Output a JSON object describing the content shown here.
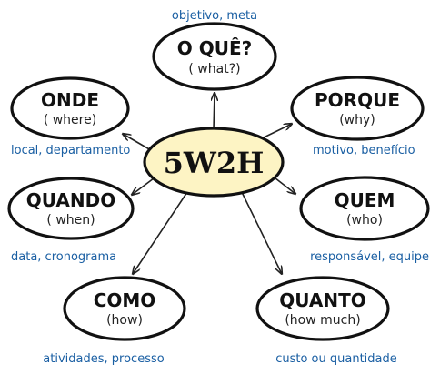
{
  "center": {
    "title": "5W2H"
  },
  "nodes": {
    "what": {
      "title": "O QUÊ?",
      "subtitle": "( what?)",
      "caption": "objetivo, meta"
    },
    "where": {
      "title": "ONDE",
      "subtitle": "( where)",
      "caption": "local, departamento"
    },
    "why": {
      "title": "PORQUE",
      "subtitle": "(why)",
      "caption": "motivo, benefício"
    },
    "when": {
      "title": "QUANDO",
      "subtitle": "( when)",
      "caption": "data, cronograma"
    },
    "who": {
      "title": "QUEM",
      "subtitle": "(who)",
      "caption": "responsável, equipe"
    },
    "how": {
      "title": "COMO",
      "subtitle": "(how)",
      "caption": "atividades, processo"
    },
    "how_much": {
      "title": "QUANTO",
      "subtitle": "(how much)",
      "caption": "custo ou quantidade"
    }
  },
  "colors": {
    "caption": "#1a5fa3",
    "center_fill": "#fdf4c4",
    "outline": "#111111"
  }
}
